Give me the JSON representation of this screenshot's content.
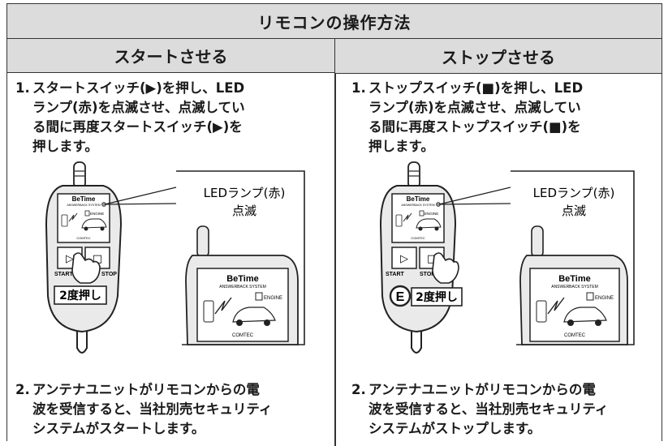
{
  "title": "リモコンの操作方法",
  "columns": [
    {
      "heading": "スタートさせる",
      "step1": {
        "num": "1.",
        "text": "スタートスイッチ(▶)を押し、LED\nランプ(赤)を点滅させ、点滅してい\nる間に再度スタートスイッチ(▶)を\n押します。"
      },
      "callout": {
        "line1": "LEDランプ(赤)",
        "line2": "点滅"
      },
      "remote": {
        "brand": "BeTime",
        "sub": "ANSWERBACK SYSTEM",
        "engine": "ENGINE",
        "maker": "COMTEC",
        "start": "START",
        "stop": "STOP",
        "play_symbol": "▷",
        "stop_symbol": "□"
      },
      "press_label": "2度押し",
      "step2": {
        "num": "2.",
        "text": "アンテナユニットがリモコンからの電\n波を受信すると、当社別売セキュリティ\nシステムがスタートします。"
      }
    },
    {
      "heading": "ストップさせる",
      "step1": {
        "num": "1.",
        "text": "ストップスイッチ(■)を押し、LED\nランプ(赤)を点滅させ、点滅してい\nる間に再度ストップスイッチ(■)を\n押します。"
      },
      "callout": {
        "line1": "LEDランプ(赤)",
        "line2": "点滅"
      },
      "remote": {
        "brand": "BeTime",
        "sub": "ANSWERBACK SYSTEM",
        "engine": "ENGINE",
        "maker": "COMTEC",
        "start": "START",
        "stop": "STOP",
        "play_symbol": "▷",
        "stop_symbol": "□",
        "e_label": "E"
      },
      "press_label": "2度押し",
      "step2": {
        "num": "2.",
        "text": "アンテナユニットがリモコンからの電\n波を受信すると、当社別売セキュリティ\nシステムがストップします。"
      }
    }
  ]
}
